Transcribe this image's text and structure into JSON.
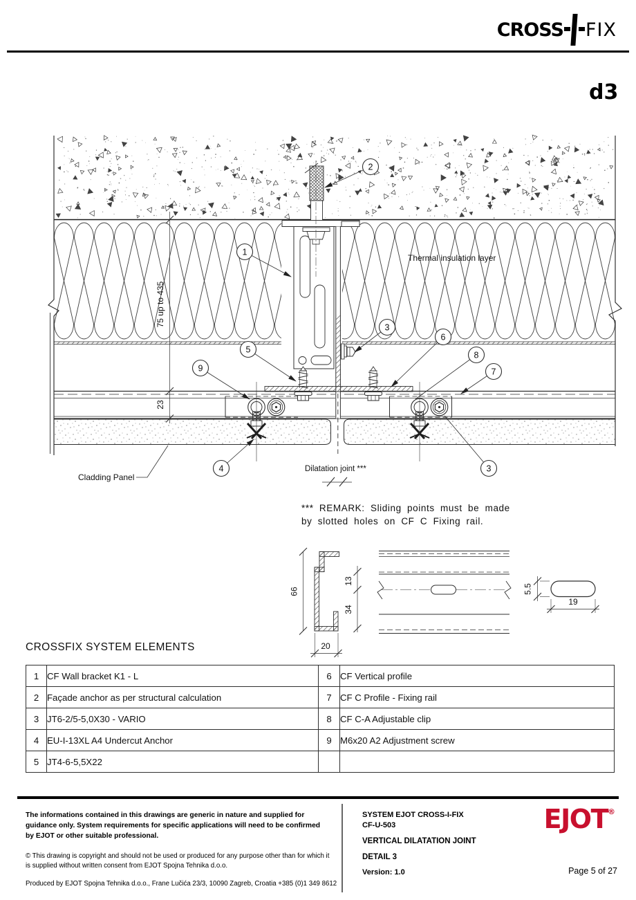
{
  "header": {
    "brand_left": "CROSS",
    "brand_right": "FIX",
    "sheet_code": "d3"
  },
  "drawing": {
    "annotations": {
      "thermal_layer": "Thermal insulation layer",
      "cladding_panel": "Cladding Panel",
      "dilatation_joint": "Dilatation joint ***",
      "remark_line1": "*** REMARK: Sliding points must be made",
      "remark_line2": "by slotted holes on CF C Fixing rail."
    },
    "dimensions": {
      "insulation_thickness": "75 up to 435",
      "cavity_depth": "23",
      "profile_height": "66",
      "profile_width": "20",
      "web_upper": "13",
      "web_lower": "34",
      "slot_height": "5.5",
      "slot_length": "19"
    },
    "callouts": {
      "c1": "1",
      "c2": "2",
      "c3": "3",
      "c3b": "3",
      "c4": "4",
      "c5": "5",
      "c6": "6",
      "c7": "7",
      "c8": "8",
      "c9": "9"
    }
  },
  "elements_table": {
    "title": "CROSSFIX SYSTEM ELEMENTS",
    "rows_left": [
      {
        "no": "1",
        "desc": "CF Wall bracket K1 - L"
      },
      {
        "no": "2",
        "desc": "Façade anchor as per structural calculation"
      },
      {
        "no": "3",
        "desc": "JT6-2/5-5,0X30 - VARIO"
      },
      {
        "no": "4",
        "desc": "EU-I-13XL A4 Undercut Anchor"
      },
      {
        "no": "5",
        "desc": "JT4-6-5,5X22"
      }
    ],
    "rows_right": [
      {
        "no": "6",
        "desc": "CF Vertical profile"
      },
      {
        "no": "7",
        "desc": "CF C Profile - Fixing rail"
      },
      {
        "no": "8",
        "desc": "CF C-A  Adjustable clip"
      },
      {
        "no": "9",
        "desc": "M6x20 A2  Adjustment screw"
      },
      {
        "no": "",
        "desc": ""
      }
    ]
  },
  "footer": {
    "disclaimer": "The informations contained in this drawings are generic in nature and supplied for guidance only. System requirements for specific applications will need to be confirmed by EJOT or other suitable professional.",
    "copyright": "© This drawing is copyright and should not be used or produced for any purpose other than for which it is supplied without written consent from EJOT Spojna Tehnika d.o.o.",
    "produced": "Produced by EJOT Spojna Tehnika d.o.o., Frane Lučića 23/3, 10090 Zagreb, Croatia +385 (0)1 349 8612",
    "system_line": "SYSTEM EJOT CROSS-I-FIX",
    "code": "CF-U-503",
    "doc_title": "VERTICAL DILATATION JOINT",
    "detail": "DETAIL 3",
    "version": "Version: 1.0",
    "brand": "EJOT",
    "registered": "®",
    "page": "Page 5 of 27"
  }
}
